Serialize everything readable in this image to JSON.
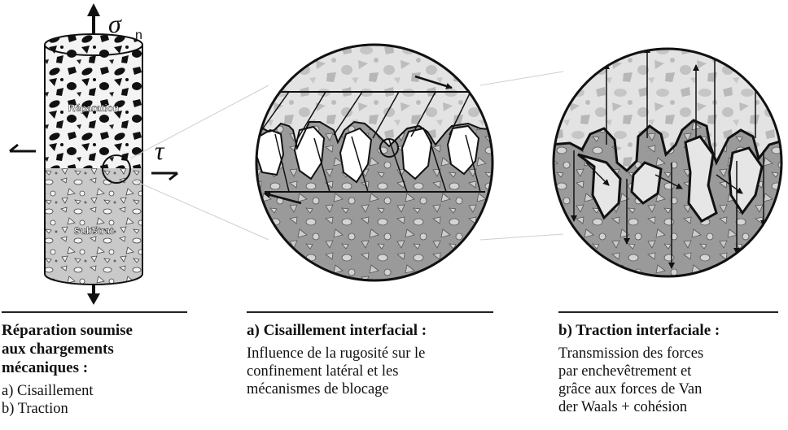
{
  "figure": {
    "sigma_symbol": "σ",
    "sigma_subscript": "n",
    "tau_symbol": "τ",
    "label_repair": "Réparation",
    "label_substrate": "Substrat"
  },
  "captions": {
    "left": {
      "title_lines": [
        "Réparation soumise",
        "aux chargements",
        "mécaniques :"
      ],
      "items": [
        "a) Cisaillement",
        "b) Traction"
      ]
    },
    "middle": {
      "title": "a) Cisaillement interfacial :",
      "body_lines": [
        "Influence de la rugosité sur le",
        "confinement latéral et les",
        "mécanismes de blocage"
      ]
    },
    "right": {
      "title": "b) Traction interfaciale :",
      "body_lines": [
        "Transmission des forces",
        "par enchevêtrement et",
        "grâce aux forces de Van",
        "der Waals + cohésion"
      ]
    }
  }
}
